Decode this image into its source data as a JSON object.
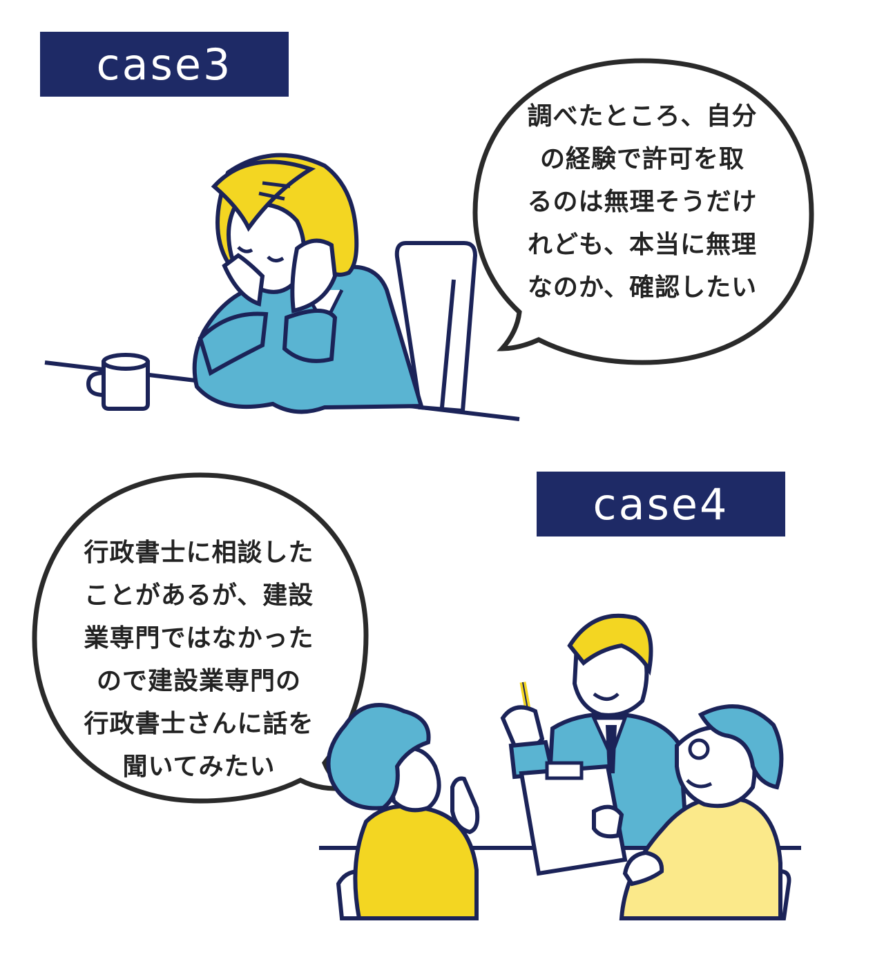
{
  "case3": {
    "label": "case3",
    "speech_lines": [
      "調べたところ、自分",
      "の経験で許可を取",
      "るのは無理そうだけ",
      "れども、本当に無理",
      "なのか、確認したい"
    ]
  },
  "case4": {
    "label": "case4",
    "speech_lines": [
      "行政書士に相談した",
      "ことがあるが、建設",
      "業専門ではなかった",
      "ので建設業専門の",
      "行政書士さんに話を",
      "聞いてみたい"
    ]
  },
  "colors": {
    "navy": "#1e2a66",
    "blue": "#5ab4d2",
    "yellow": "#f3d622",
    "outline": "#1b2358"
  }
}
